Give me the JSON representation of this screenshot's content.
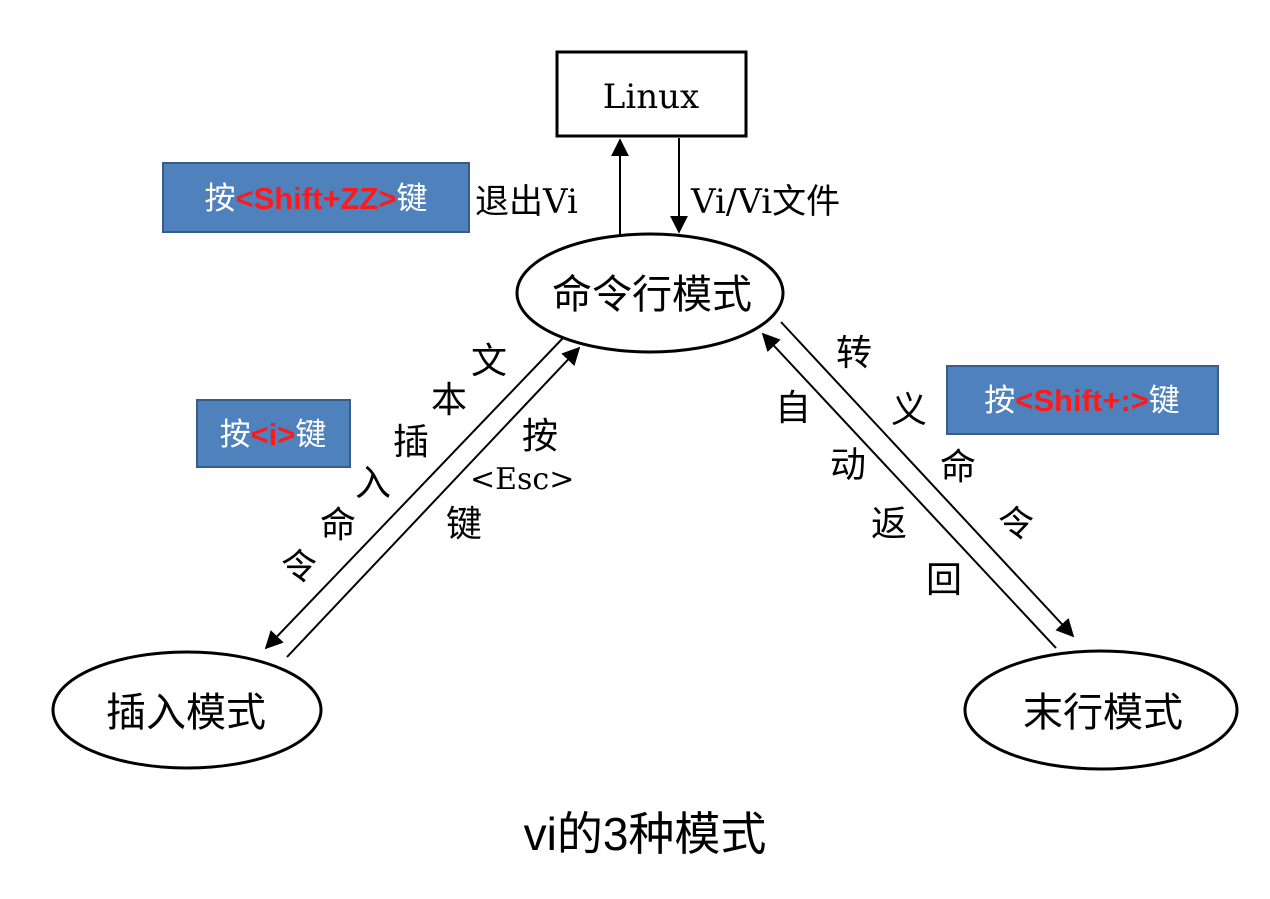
{
  "caption": "vi的3种模式",
  "linux_box": {
    "label": "Linux"
  },
  "nodes": {
    "command_mode": "命令行模式",
    "insert_mode": "插入模式",
    "lastline_mode": "末行模式"
  },
  "edge_labels": {
    "exit_vi": "退出Vi",
    "open_file": "Vi/Vi文件",
    "insert_text_cmd": [
      "文",
      "本",
      "插",
      "入",
      "命",
      "令"
    ],
    "press_esc": {
      "press": "按",
      "esc": "<Esc>",
      "key": "键"
    },
    "auto_return": [
      "自",
      "动",
      "返",
      "回"
    ],
    "escape_cmd": [
      "转",
      "义",
      "命",
      "令"
    ]
  },
  "callouts": {
    "shift_zz": {
      "prefix": "按",
      "key": "<Shift+ZZ>",
      "suffix": "键"
    },
    "i_key": {
      "prefix": "按",
      "key": "<i>",
      "suffix": "键"
    },
    "shift_colon": {
      "prefix": "按",
      "key": "<Shift+:>",
      "suffix": "键"
    }
  },
  "colors": {
    "callout_fill": "#4f81bd",
    "callout_border": "#385d8a",
    "key_text": "#ff1a1a"
  }
}
